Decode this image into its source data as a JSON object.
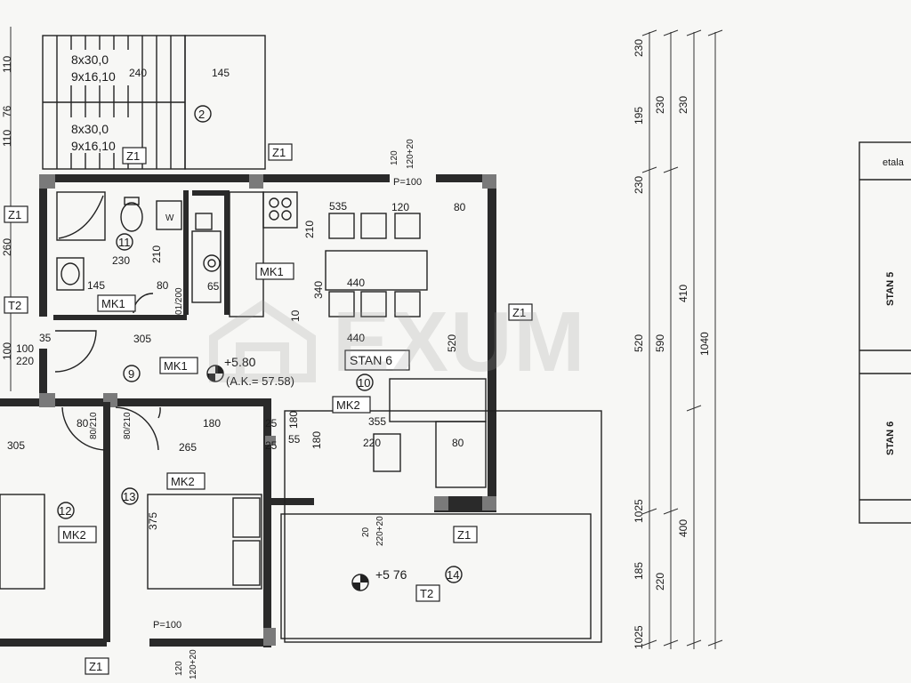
{
  "stairs": {
    "upper": {
      "line1": "8x30,0",
      "line2": "9x16,10"
    },
    "lower": {
      "line1": "8x30,0",
      "line2": "9x16,10"
    },
    "num": "2"
  },
  "tags": {
    "z1": "Z1",
    "t2": "T2",
    "mk1": "MK1",
    "mk2": "MK2",
    "stan6": "STAN 6"
  },
  "rooms": {
    "r9": "9",
    "r10": "10",
    "r11": "11",
    "r12": "12",
    "r13": "13",
    "r14": "14"
  },
  "levels": {
    "main": "+5.80",
    "area": "(A.K.= 57.58)",
    "terrace": "+5 76"
  },
  "fixtures": {
    "washer": "W",
    "window_label": "P=100",
    "window_label2": "P=100"
  },
  "dims": {
    "d110a": "110",
    "d76": "76",
    "d110b": "110",
    "d240": "240",
    "d145": "145",
    "d260": "260",
    "d230": "230",
    "d210a": "210",
    "d145b": "145",
    "d80a": "80",
    "d65": "65",
    "d200": "01/200",
    "d100": "100",
    "d220": "220",
    "d35": "35",
    "d305": "305",
    "d305b": "305",
    "d80b": "80",
    "d210b": "80/210",
    "d210c": "80/210",
    "d265": "265",
    "d180": "180",
    "d25a": "25",
    "d25b": "25",
    "d55": "55",
    "d180b": "180",
    "d375": "375",
    "d535": "535",
    "d210d": "210",
    "d340": "340",
    "d440a": "440",
    "d440b": "440",
    "d120": "120",
    "d80c": "80",
    "d120t": "120",
    "d12020": "120+20",
    "d520": "520",
    "d355": "355",
    "d220b": "220",
    "d80d": "80",
    "d20": "20",
    "d2020": "220+20",
    "d120b": "120",
    "d12020b": "120+20",
    "d10": "10",
    "d180c": "180"
  },
  "vdims": {
    "a": [
      "230",
      "195",
      "230",
      "1025",
      "185",
      "1025"
    ],
    "b": [
      "230",
      "410",
      "520",
      "400",
      "220"
    ],
    "c": [
      "590"
    ],
    "d": [
      "1040"
    ]
  },
  "table": {
    "header": "etala",
    "stan5": "STAN 5",
    "stan6": "STAN 6"
  },
  "watermark": "EXUM"
}
